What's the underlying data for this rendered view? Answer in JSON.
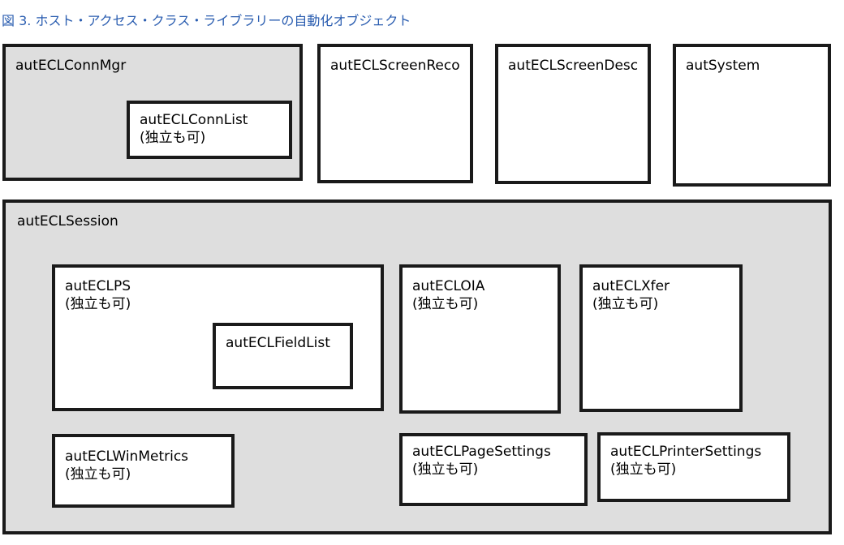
{
  "figure": {
    "caption": "図 3. ホスト・アクセス・クラス・ライブラリーの自動化オブジェクト"
  },
  "colors": {
    "caption": "#2a5db0",
    "container_fill": "#dedede",
    "box_fill": "#ffffff",
    "border": "#1a1a1a"
  },
  "boxes": {
    "conn_mgr": {
      "title": "autECLConnMgr"
    },
    "conn_list": {
      "title": "autECLConnList",
      "note": "(独立も可)"
    },
    "screen_reco": {
      "title": "autECLScreenReco"
    },
    "screen_desc": {
      "title": "autECLScreenDesc"
    },
    "system": {
      "title": "autSystem"
    },
    "session": {
      "title": "autECLSession"
    },
    "ps": {
      "title": "autECLPS",
      "note": "(独立も可)"
    },
    "field_list": {
      "title": "autECLFieldList"
    },
    "oia": {
      "title": "autECLOIA",
      "note": "(独立も可)"
    },
    "xfer": {
      "title": "autECLXfer",
      "note": "(独立も可)"
    },
    "win_metrics": {
      "title": "autECLWinMetrics",
      "note": "(独立も可)"
    },
    "page_settings": {
      "title": "autECLPageSettings",
      "note": "(独立も可)"
    },
    "printer_settings": {
      "title": "autECLPrinterSettings",
      "note": "(独立も可)"
    }
  }
}
